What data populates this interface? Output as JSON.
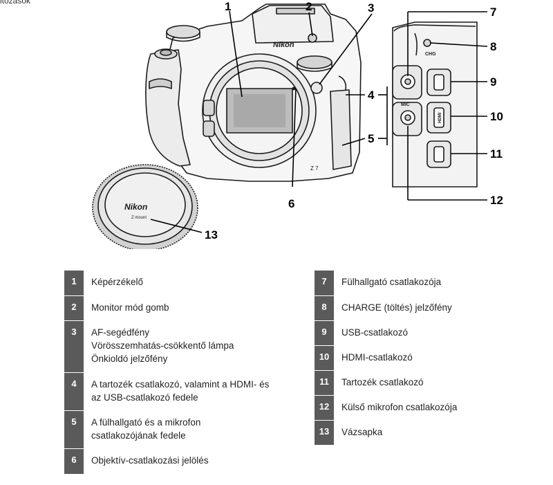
{
  "corner_text": "itozások",
  "callouts": {
    "c1": "1",
    "c2": "2",
    "c3": "3",
    "c4": "4",
    "c5": "5",
    "c6": "6",
    "c7": "7",
    "c8": "8",
    "c9": "9",
    "c10": "10",
    "c11": "11",
    "c12": "12",
    "c13": "13"
  },
  "camera_labels": {
    "brand": "Nikon",
    "cap_brand": "Nikon",
    "cap_mount": "Z mount",
    "model": "Z 7",
    "chg": "CHG",
    "mic": "MIC",
    "hdmi": "HDMI"
  },
  "legend_left": [
    {
      "num": "1",
      "text": "Képérzékelő"
    },
    {
      "num": "2",
      "text": "Monitor mód gomb"
    },
    {
      "num": "3",
      "text": "AF-segédfény\nVörösszemhatás-csökkentő lámpa\nÖnkioldó jelzőfény"
    },
    {
      "num": "4",
      "text": "A tartozék csatlakozó, valamint a HDMI- és\naz USB-csatlakozó fedele"
    },
    {
      "num": "5",
      "text": "A fülhallgató és a mikrofon\ncsatlakozójának fedele"
    },
    {
      "num": "6",
      "text": "Objektív-csatlakozási jelölés"
    }
  ],
  "legend_right": [
    {
      "num": "7",
      "text": "Fülhallgató csatlakozója"
    },
    {
      "num": "8",
      "text": "CHARGE (töltés) jelzőfény"
    },
    {
      "num": "9",
      "text": "USB-csatlakozó"
    },
    {
      "num": "10",
      "text": "HDMI-csatlakozó"
    },
    {
      "num": "11",
      "text": "Tartozék csatlakozó"
    },
    {
      "num": "12",
      "text": "Külső mikrofon csatlakozója"
    },
    {
      "num": "13",
      "text": "Vázsapka"
    }
  ]
}
